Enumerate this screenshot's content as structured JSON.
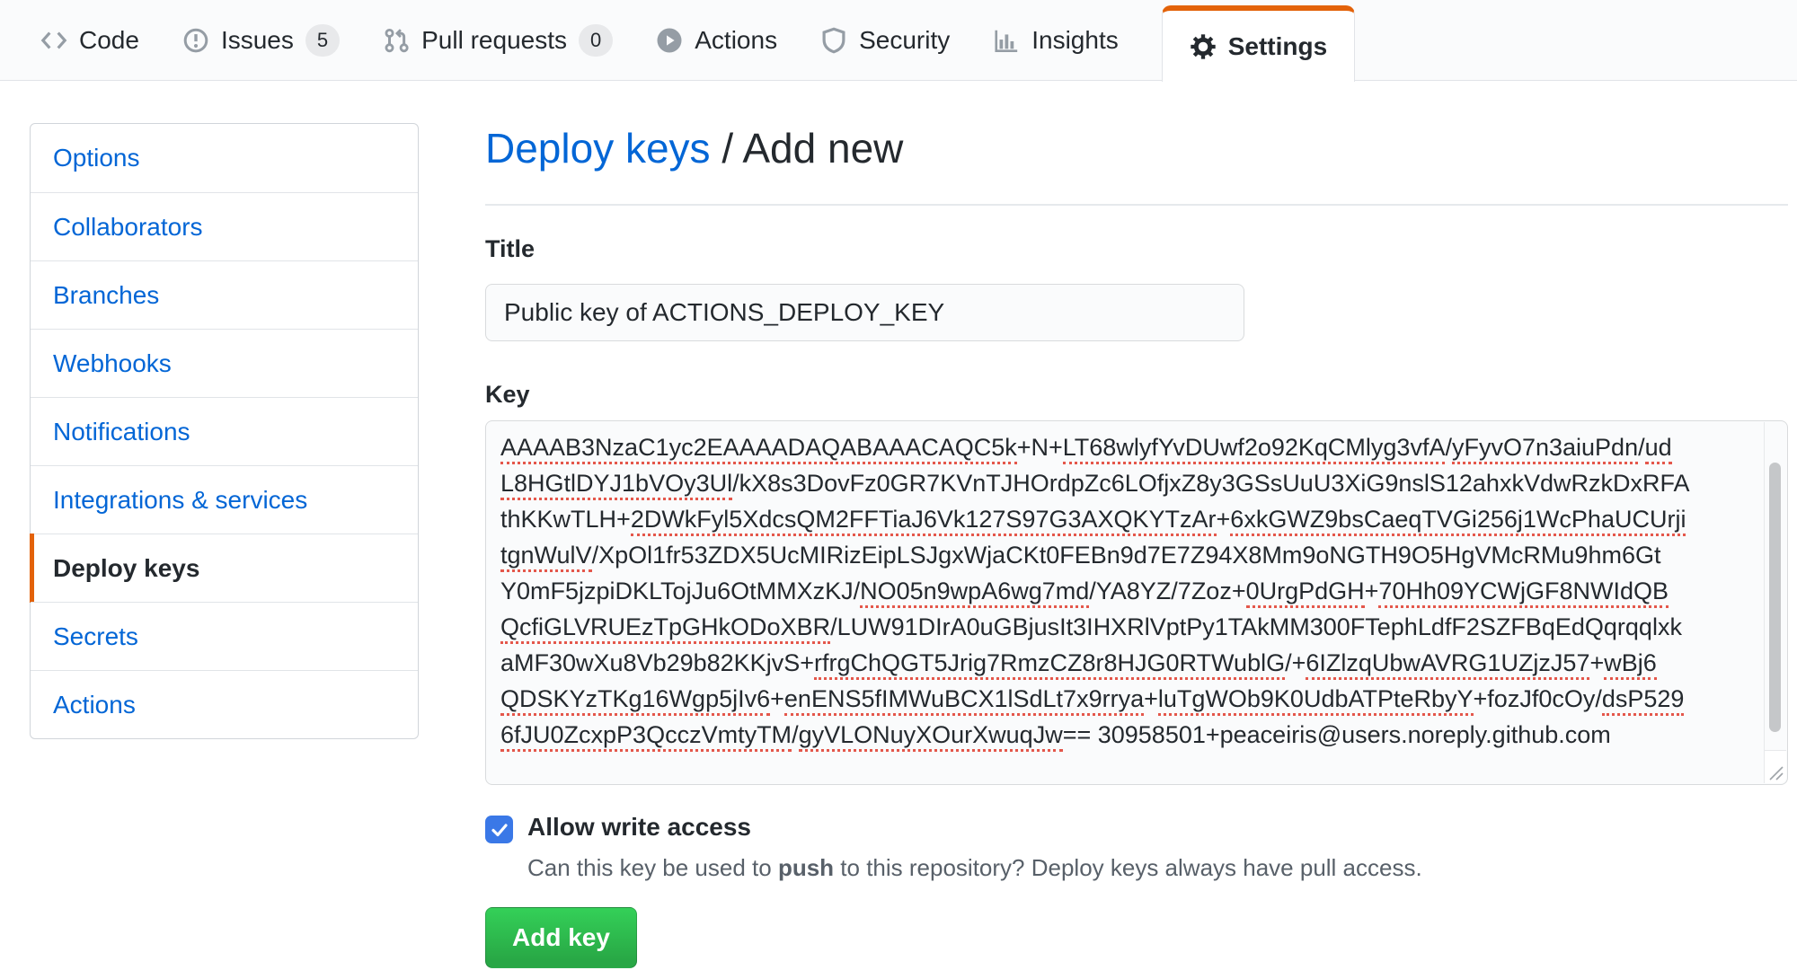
{
  "nav": {
    "items": [
      {
        "label": "Code",
        "icon": "code-icon"
      },
      {
        "label": "Issues",
        "icon": "issue-icon",
        "count": "5"
      },
      {
        "label": "Pull requests",
        "icon": "pull-request-icon",
        "count": "0"
      },
      {
        "label": "Actions",
        "icon": "actions-icon"
      },
      {
        "label": "Security",
        "icon": "shield-icon"
      },
      {
        "label": "Insights",
        "icon": "graph-icon"
      }
    ],
    "active_tab": {
      "label": "Settings",
      "icon": "gear-icon"
    }
  },
  "sidebar": {
    "items": [
      {
        "label": "Options"
      },
      {
        "label": "Collaborators"
      },
      {
        "label": "Branches"
      },
      {
        "label": "Webhooks"
      },
      {
        "label": "Notifications"
      },
      {
        "label": "Integrations & services"
      },
      {
        "label": "Deploy keys",
        "active": true
      },
      {
        "label": "Secrets"
      },
      {
        "label": "Actions"
      }
    ]
  },
  "main": {
    "heading": {
      "link_label": "Deploy keys",
      "rest": " / Add new"
    },
    "title_field": {
      "label": "Title",
      "value": "Public key of ACTIONS_DEPLOY_KEY"
    },
    "key_field": {
      "label": "Key",
      "lines": [
        [
          {
            "t": "AAAAB3NzaC1yc2EAAAADAQABAAACAQC5k",
            "u": true
          },
          {
            "t": "+N+",
            "u": false
          },
          {
            "t": "LT68wlyfYvDUwf2o92KqCMlyg3vfA",
            "u": true
          },
          {
            "t": "/",
            "u": false
          },
          {
            "t": "yFyvO7n3aiuPdn",
            "u": true
          },
          {
            "t": "/",
            "u": false
          },
          {
            "t": "ud",
            "u": true
          }
        ],
        [
          {
            "t": "L8HGtlDYJ1bVOy3Ul",
            "u": true
          },
          {
            "t": "/kX8s3DovFz0GR7KVnTJHOrdpZc6LOfjxZ8y3GSsUuU3XiG9nslS12ahxkVdwRzkDxRFA",
            "u": false
          }
        ],
        [
          {
            "t": "thKKwTLH+",
            "u": false
          },
          {
            "t": "2DWkFyl5XdcsQM2FFTiaJ6Vk127S97G3AXQKYTzAr",
            "u": true
          },
          {
            "t": "+",
            "u": false
          },
          {
            "t": "6xkGWZ9bsCaeqTVGi256j1WcPhaUCUrji",
            "u": true
          }
        ],
        [
          {
            "t": "tgnWulV",
            "u": true
          },
          {
            "t": "/XpOl1fr53ZDX5UcMIRizEipLSJgxWjaCKt0FEBn9d7E7Z94X8Mm9oNGTH9O5HgVMcRMu9hm6Gt",
            "u": false
          }
        ],
        [
          {
            "t": "Y0mF5jzpiDKLTojJu6OtMMXzKJ/",
            "u": false
          },
          {
            "t": "NO05n9wpA6wg7md",
            "u": true
          },
          {
            "t": "/YA8YZ/7Zoz+",
            "u": false
          },
          {
            "t": "0UrgPdGH",
            "u": true
          },
          {
            "t": "+",
            "u": false
          },
          {
            "t": "70Hh09YCWjGF8NWIdQB",
            "u": true
          }
        ],
        [
          {
            "t": "QcfiGLVRUEzTpGHkODoXBR",
            "u": true
          },
          {
            "t": "/LUW91DIrA0uGBjusIt3IHXRlVptPy1TAkMM300FTephLdfF2SZFBqEdQqrqqlxk",
            "u": false
          }
        ],
        [
          {
            "t": "aMF30wXu8Vb29b82KKjvS+",
            "u": false
          },
          {
            "t": "rfrgChQGT5Jrig7RmzCZ8r8HJG0RTWublG",
            "u": true
          },
          {
            "t": "/+",
            "u": false
          },
          {
            "t": "6IZlzqUbwAVRG1UZjzJ57",
            "u": true
          },
          {
            "t": "+",
            "u": false
          },
          {
            "t": "wBj6",
            "u": true
          }
        ],
        [
          {
            "t": "QDSKYzTKg16Wgp5jIv6",
            "u": true
          },
          {
            "t": "+",
            "u": false
          },
          {
            "t": "enENS5fIMWuBCX1lSdLt7x9rrya",
            "u": true
          },
          {
            "t": "+",
            "u": false
          },
          {
            "t": "luTgWOb9K0UdbATPteRbyY",
            "u": true
          },
          {
            "t": "+fozJf0cOy",
            "u": false
          },
          {
            "t": "/",
            "u": false
          },
          {
            "t": "dsP529",
            "u": true
          }
        ],
        [
          {
            "t": "6fJU0ZcxpP3QcczVmtyTM",
            "u": true
          },
          {
            "t": "/",
            "u": false
          },
          {
            "t": "gyVLONuyXOurXwuqJw",
            "u": true
          },
          {
            "t": "== 30958501+peaceiris@users.noreply.github.com",
            "u": false
          }
        ]
      ]
    },
    "write_access": {
      "label": "Allow write access",
      "checked": true,
      "note_prefix": "Can this key be used to ",
      "note_bold": "push",
      "note_suffix": " to this repository? Deploy keys always have pull access."
    },
    "submit_label": "Add key"
  },
  "colors": {
    "accent_orange": "#e36209",
    "link_blue": "#0366d6",
    "button_green": "#28a745",
    "checkbox_blue": "#3a78e7",
    "spellcheck_red": "#e4574b"
  }
}
